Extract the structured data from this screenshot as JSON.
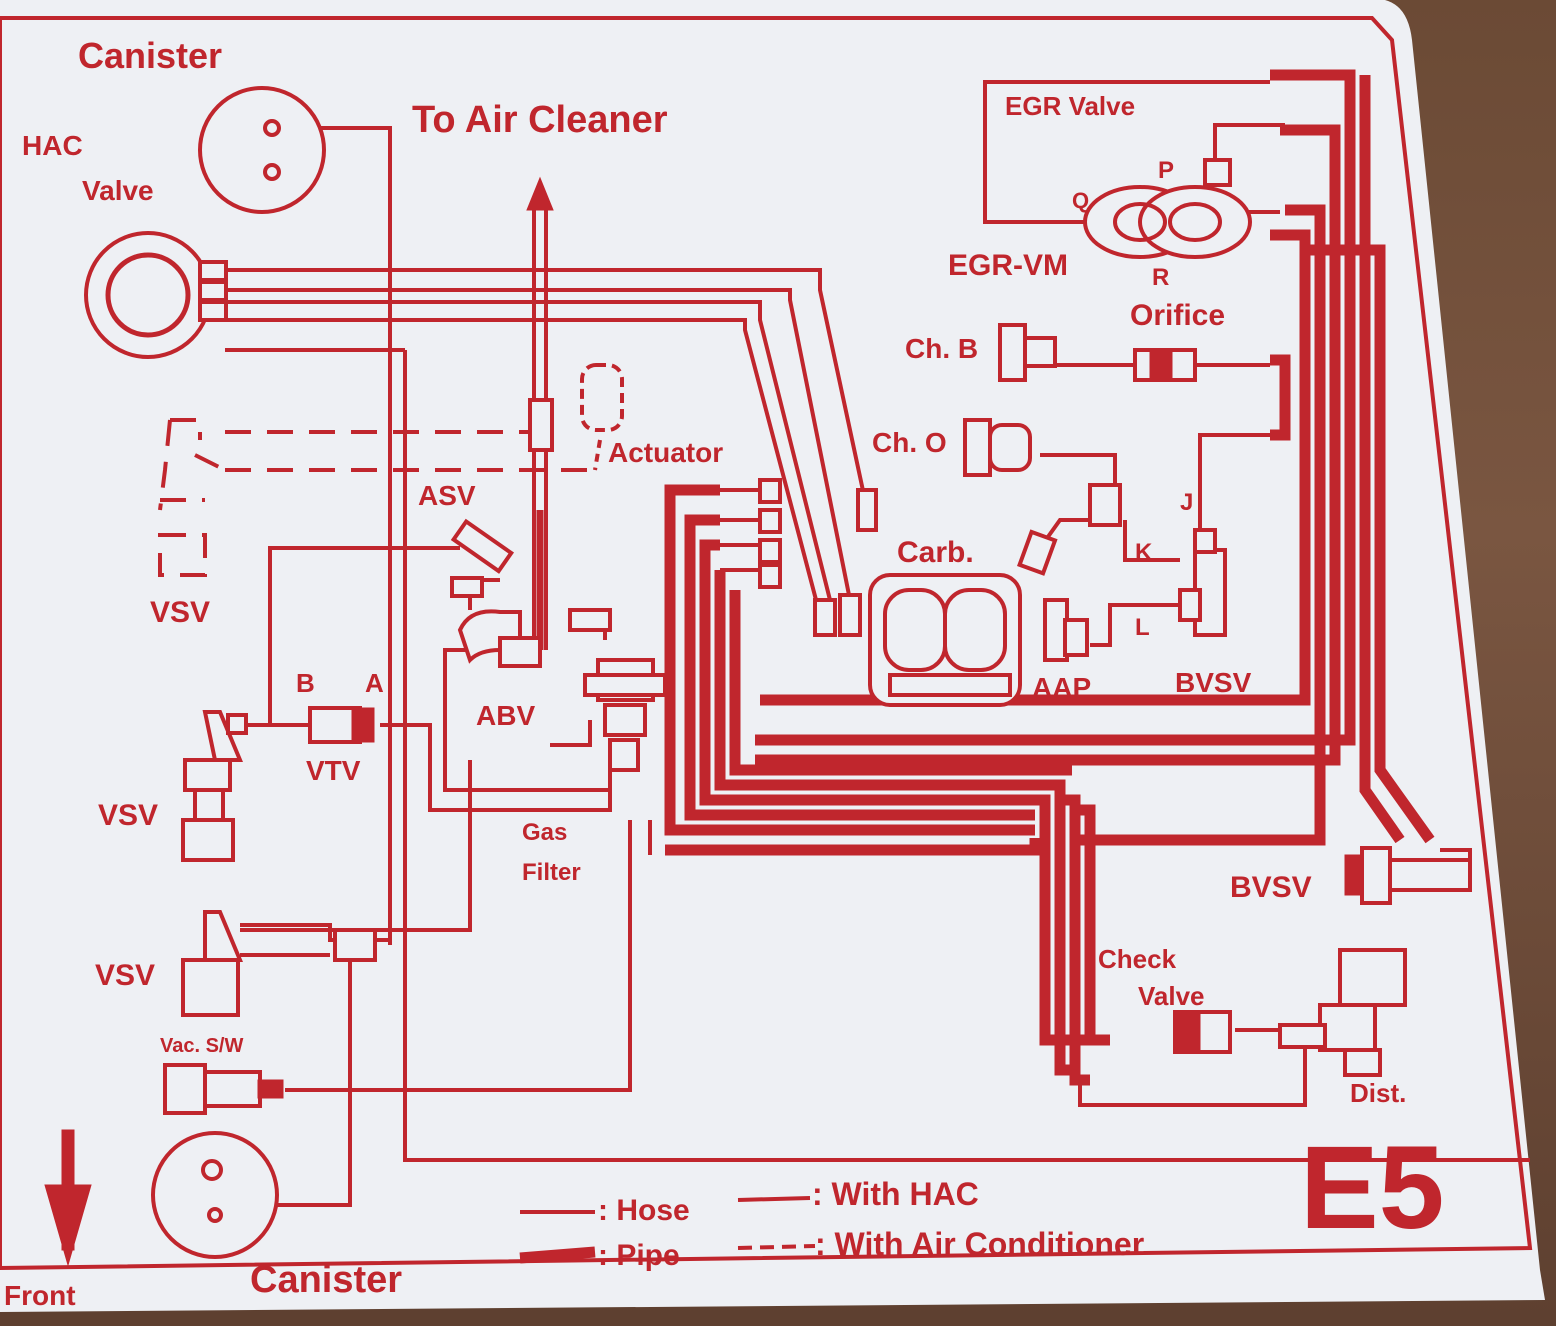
{
  "diagram": {
    "id": "E5",
    "accent_color": "#c0262d",
    "background_color": "#eef0f4",
    "labels": {
      "canister_top": "Canister",
      "hac_valve_line1": "HAC",
      "hac_valve_line2": "Valve",
      "to_air_cleaner": "To Air Cleaner",
      "egr_valve": "EGR Valve",
      "egr_vm": "EGR-VM",
      "port_q": "Q",
      "port_p": "P",
      "port_r": "R",
      "orifice": "Orifice",
      "ch_b": "Ch. B",
      "ch_o": "Ch. O",
      "actuator": "Actuator",
      "asv": "ASV",
      "vsv_dashed": "VSV",
      "carb": "Carb.",
      "port_j": "J",
      "port_k": "K",
      "port_l": "L",
      "aap": "AAP",
      "bvsv_upper": "BVSV",
      "port_b": "B",
      "port_a": "A",
      "abv": "ABV",
      "vtv": "VTV",
      "vsv_middle": "VSV",
      "gas_filter_line1": "Gas",
      "gas_filter_line2": "Filter",
      "bvsv_right": "BVSV",
      "vsv_lower": "VSV",
      "check_valve_line1": "Check",
      "check_valve_line2": "Valve",
      "vac_sw": "Vac. S/W",
      "dist": "Dist.",
      "front": "Front",
      "canister_bottom": "Canister"
    },
    "legend": [
      {
        "symbol": "hose-line",
        "text": ": Hose"
      },
      {
        "symbol": "hose-line",
        "text": ": With HAC"
      },
      {
        "symbol": "pipe-line",
        "text": ": Pipe"
      },
      {
        "symbol": "dashed-line",
        "text": ": With Air Conditioner"
      }
    ]
  }
}
